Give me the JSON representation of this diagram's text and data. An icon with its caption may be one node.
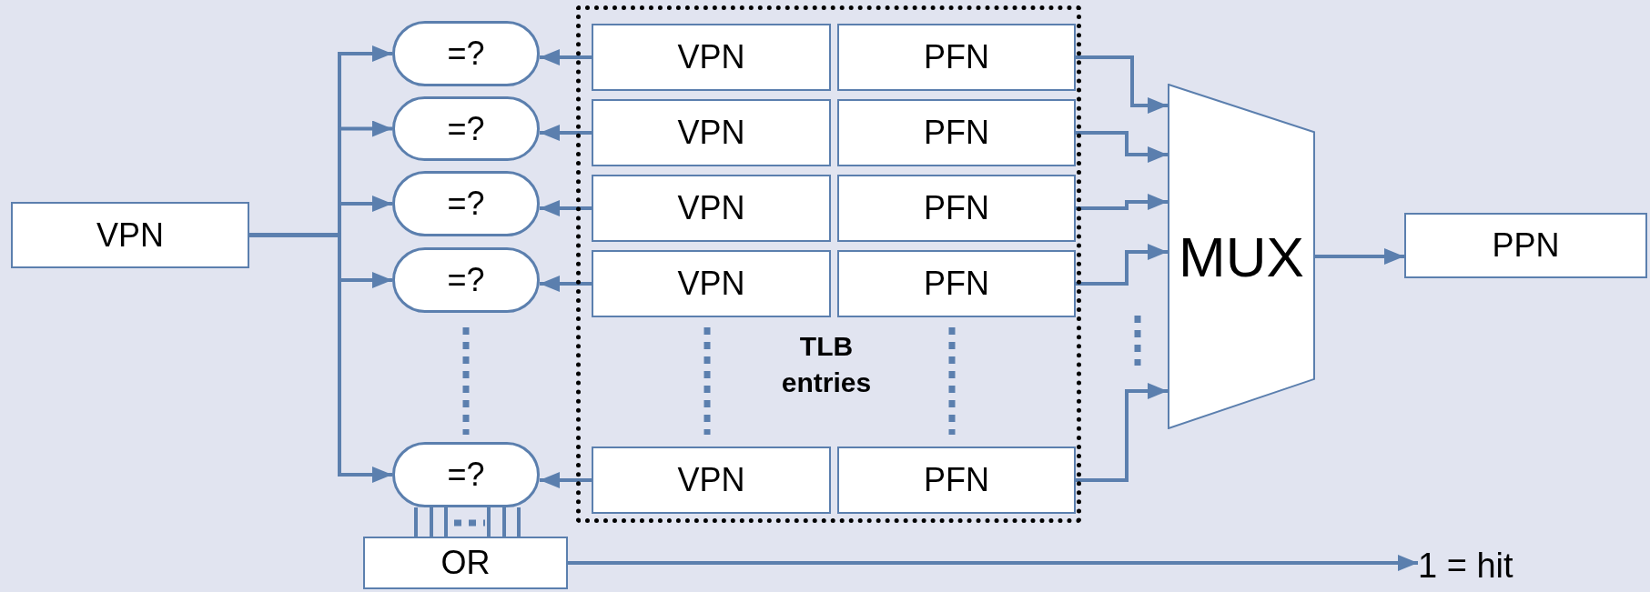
{
  "diagram": {
    "nodes": [
      {
        "text": [
          "VPN"
        ]
      },
      {
        "text": [
          "=?"
        ]
      },
      {
        "text": [
          "=?"
        ]
      },
      {
        "text": [
          "=?"
        ]
      },
      {
        "text": [
          "=?"
        ]
      },
      {
        "text": [
          "=?"
        ]
      },
      {
        "text": [
          "TLB entries"
        ]
      },
      {
        "text": [
          "VPN"
        ],
        "in": 6
      },
      {
        "text": [
          "PFN"
        ],
        "in": 6
      },
      {
        "text": [
          "VPN"
        ],
        "in": 6
      },
      {
        "text": [
          "PFN"
        ],
        "in": 6
      },
      {
        "text": [
          "VPN"
        ],
        "in": 6
      },
      {
        "text": [
          "PFN"
        ],
        "in": 6
      },
      {
        "text": [
          "VPN"
        ],
        "in": 6
      },
      {
        "text": [
          "PFN"
        ],
        "in": 6
      },
      {
        "text": [
          "VPN"
        ],
        "in": 6
      },
      {
        "text": [
          "PFN"
        ],
        "in": 6
      },
      {
        "text": [
          "MUX"
        ]
      },
      {
        "text": [
          "PPN"
        ]
      },
      {
        "text": [
          "OR"
        ]
      },
      {
        "text": [
          "1 = hit"
        ]
      }
    ],
    "edges": [
      {
        "from": 0,
        "to": 1,
        "arrow": "to"
      },
      {
        "from": 0,
        "to": 2,
        "arrow": "to"
      },
      {
        "from": 0,
        "to": 3,
        "arrow": "to"
      },
      {
        "from": 0,
        "to": 4,
        "arrow": "to"
      },
      {
        "from": 0,
        "to": 5,
        "arrow": "to"
      },
      {
        "from": 7,
        "to": 1,
        "arrow": "to"
      },
      {
        "from": 9,
        "to": 2,
        "arrow": "to"
      },
      {
        "from": 11,
        "to": 3,
        "arrow": "to"
      },
      {
        "from": 13,
        "to": 4,
        "arrow": "to"
      },
      {
        "from": 15,
        "to": 5,
        "arrow": "to"
      },
      {
        "from": 8,
        "to": 17,
        "arrow": "to"
      },
      {
        "from": 10,
        "to": 17,
        "arrow": "to"
      },
      {
        "from": 12,
        "to": 17,
        "arrow": "to"
      },
      {
        "from": 14,
        "to": 17,
        "arrow": "to"
      },
      {
        "from": 16,
        "to": 17,
        "arrow": "to"
      },
      {
        "from": 17,
        "to": 18,
        "arrow": "to"
      },
      {
        "from": 5,
        "to": 19,
        "arrow": "none"
      },
      {
        "from": 19,
        "to": 20,
        "arrow": "to"
      }
    ]
  }
}
